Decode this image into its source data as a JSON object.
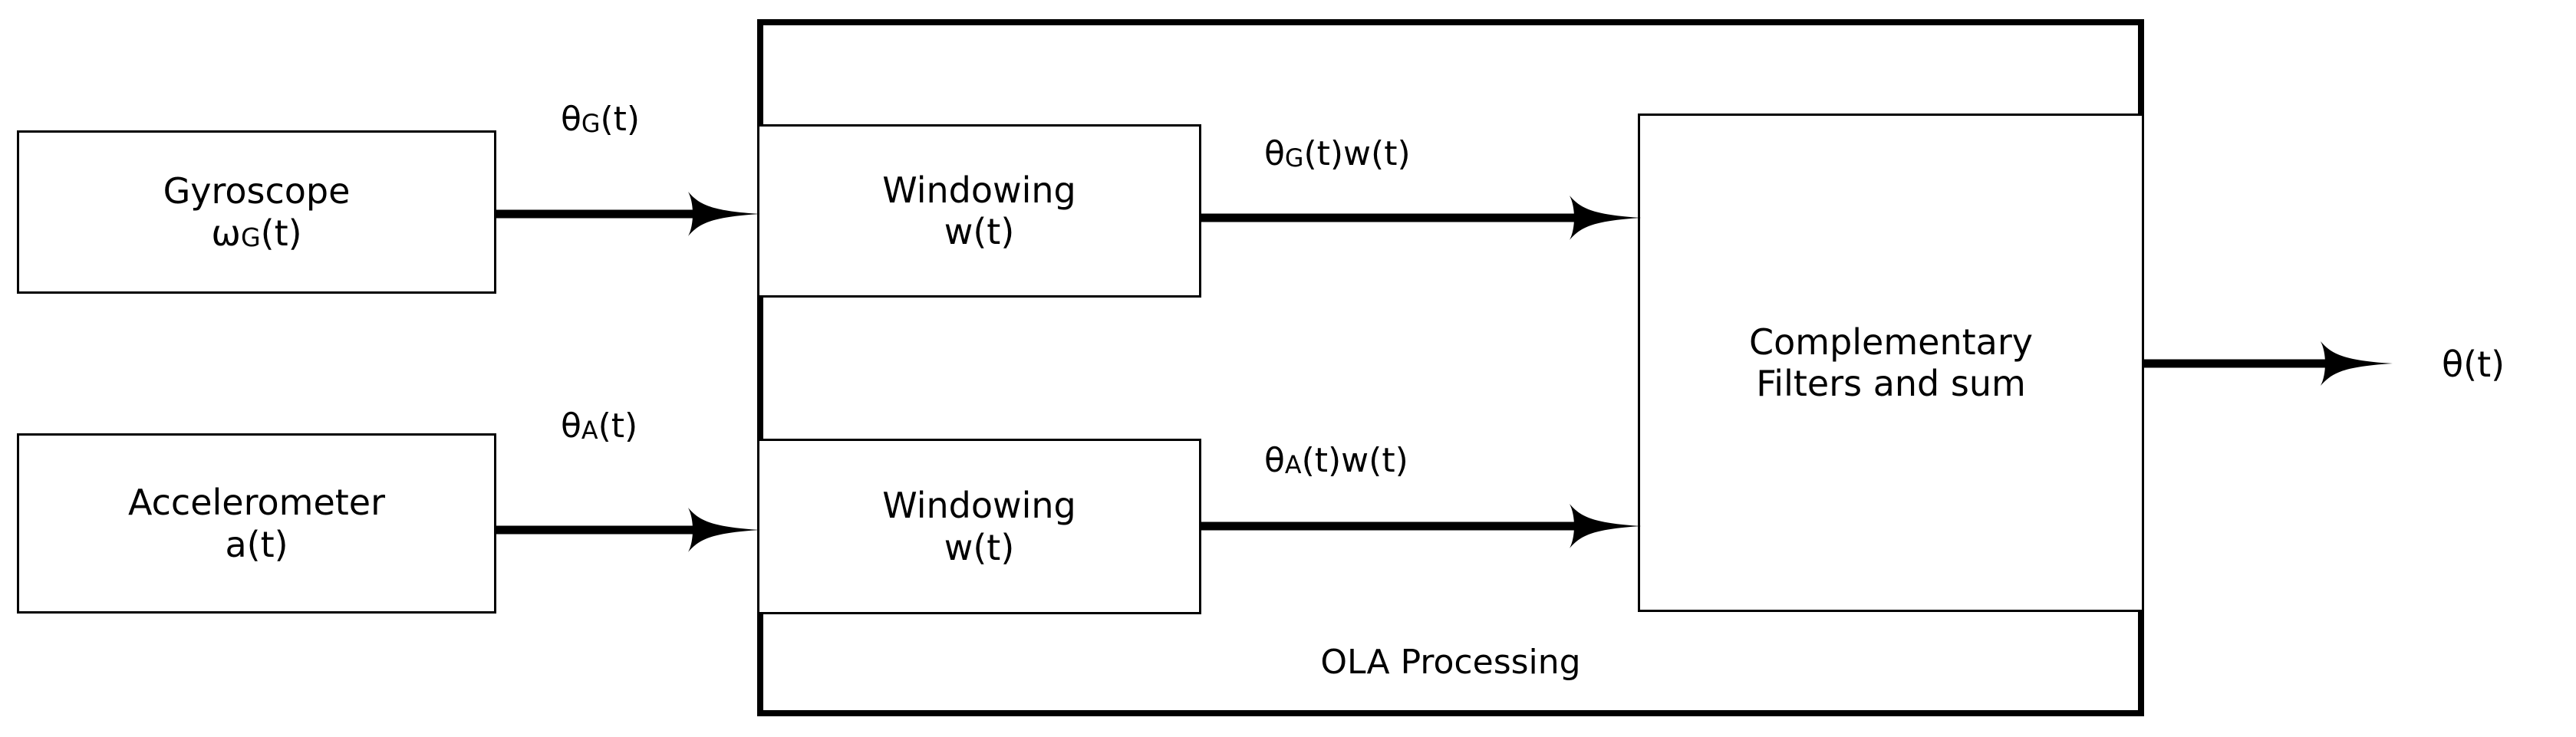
{
  "diagram": {
    "title": "OLA Processing complementary filter block diagram",
    "container_label": "OLA Processing",
    "stroke_color": "#000000",
    "background_color": "#ffffff"
  },
  "blocks": {
    "gyroscope": {
      "line1": "Gyroscope",
      "line2_symbol": "ω",
      "line2_sub": "G",
      "line2_tail": "(t)"
    },
    "accelerometer": {
      "line1": "Accelerometer",
      "line2": "a(t)"
    },
    "windowing_top": {
      "line1": "Windowing",
      "line2": "w(t)"
    },
    "windowing_bottom": {
      "line1": "Windowing",
      "line2": "w(t)"
    },
    "complementary": {
      "line1": "Complementary",
      "line2": "Filters and sum"
    }
  },
  "signals": {
    "gyro_to_window": {
      "symbol": "θ",
      "sub": "G",
      "tail": "(t)"
    },
    "accel_to_window": {
      "symbol": "θ",
      "sub": "A",
      "tail": "(t)"
    },
    "windowed_gyro": {
      "symbol": "θ",
      "sub": "G",
      "tail": "(t)w(t)"
    },
    "windowed_accel": {
      "symbol": "θ",
      "sub": "A",
      "tail": "(t)w(t)"
    },
    "output": {
      "symbol": "θ",
      "sub": "",
      "tail": "(t)"
    }
  }
}
